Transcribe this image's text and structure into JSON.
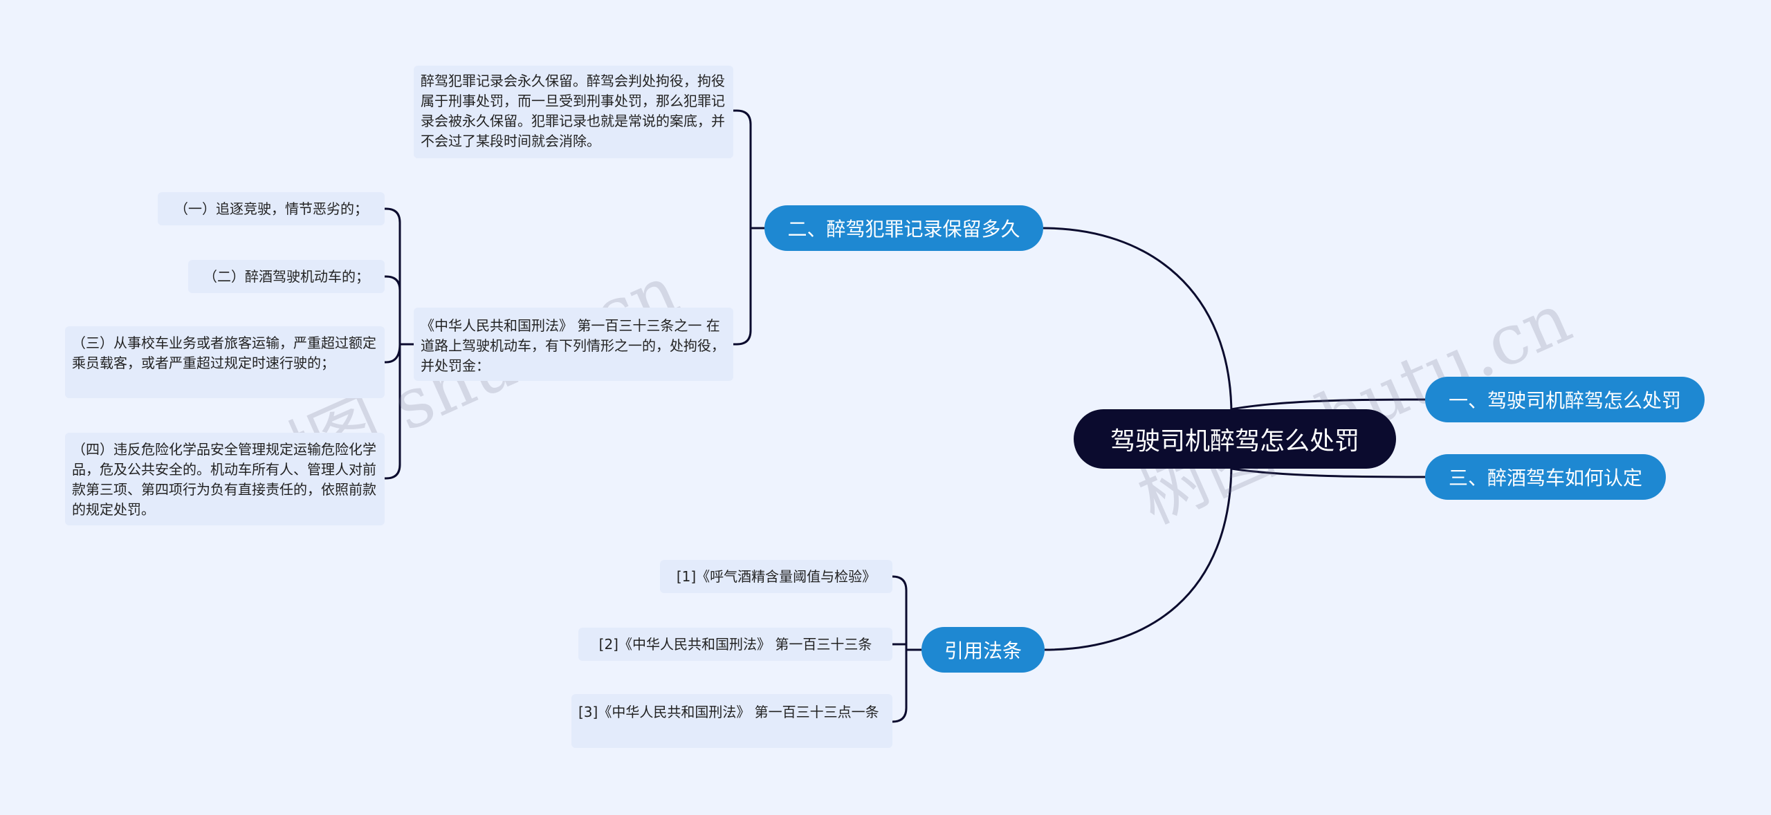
{
  "root": {
    "label": "驾驶司机醉驾怎么处罚"
  },
  "branches": {
    "b1": {
      "label": "一、驾驶司机醉驾怎么处罚"
    },
    "b2": {
      "label": "二、醉驾犯罪记录保留多久"
    },
    "b3": {
      "label": "三、醉酒驾车如何认定"
    },
    "b4": {
      "label": "引用法条"
    }
  },
  "leaves": {
    "record_retention": "醉驾犯罪记录会永久保留。醉驾会判处拘役，拘役属于刑事处罚，而一旦受到刑事处罚，那么犯罪记录会被永久保留。犯罪记录也就是常说的案底，并不会过了某段时间就会消除。",
    "article_133_1": "《中华人民共和国刑法》 第一百三十三条之一 在道路上驾驶机动车，有下列情形之一的，处拘役，并处罚金：",
    "case_1": "（一）追逐竞驶，情节恶劣的；",
    "case_2": "（二）醉酒驾驶机动车的；",
    "case_3": "（三）从事校车业务或者旅客运输，严重超过额定乘员载客，或者严重超过规定时速行驶的；",
    "case_4": "（四）违反危险化学品安全管理规定运输危险化学品，危及公共安全的。机动车所有人、管理人对前款第三项、第四项行为负有直接责任的，依照前款的规定处罚。",
    "ref_1": "[1]《呼气酒精含量阈值与检验》",
    "ref_2": "[2]《中华人民共和国刑法》 第一百三十三条",
    "ref_3": "[3]《中华人民共和国刑法》 第一百三十三点一条"
  },
  "watermark": "树图 shutu.cn",
  "colors": {
    "root": "#0b0b2e",
    "branch": "#1e88d2",
    "leaf": "#e3ebfb",
    "line": "#0b0b2e",
    "background": "#eef3fe"
  }
}
